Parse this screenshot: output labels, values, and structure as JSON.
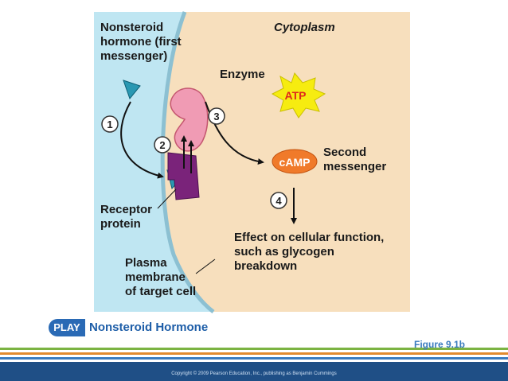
{
  "labels": {
    "hormone": [
      "Nonsteroid",
      "hormone (first",
      "messenger)"
    ],
    "cytoplasm": "Cytoplasm",
    "enzyme": "Enzyme",
    "atp": "ATP",
    "camp": "cAMP",
    "second_messenger": [
      "Second",
      "messenger"
    ],
    "receptor": [
      "Receptor",
      "protein"
    ],
    "effect": [
      "Effect on cellular function,",
      "such as glycogen",
      "breakdown"
    ],
    "membrane": [
      "Plasma",
      "membrane",
      "of target cell"
    ]
  },
  "steps": [
    "1",
    "2",
    "3",
    "4"
  ],
  "play": {
    "badge": "PLAY",
    "title": "Nonsteroid Hormone"
  },
  "figure_label": "Figure 9.1b",
  "copyright": "Copyright © 2009 Pearson Education, Inc., publishing as Benjamin Cummings",
  "colors": {
    "extracellular": "#bfe6f2",
    "cytoplasm": "#f7dfbd",
    "hormone": "#2a98b2",
    "enzyme": "#f09bb4",
    "receptor": "#7a237a",
    "atp_burst": "#f6ec10",
    "atp_text": "#e0281c",
    "camp": "#f07a2a",
    "footer": "#1f4f86"
  }
}
